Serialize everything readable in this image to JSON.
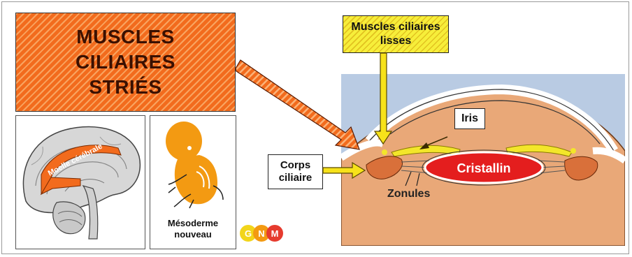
{
  "title": "MUSCLES\nCILIAIRES\nSTRIÉS",
  "labels": {
    "muscles_lisses": "Muscles ciliaires lisses",
    "iris": "Iris",
    "corps_ciliaire": "Corps ciliaire",
    "cristallin": "Cristallin",
    "zonules": "Zonules",
    "moelle": "Moelle cérébrale",
    "mesoderme": "Mésoderme nouveau"
  },
  "logo": {
    "letters": [
      "G",
      "N",
      "M"
    ]
  },
  "colors": {
    "orange": "#f26b1d",
    "yellow": "#f7ee3a",
    "red": "#e41e1e",
    "sky": "#b9cbe3",
    "eye": "#e9a878"
  }
}
